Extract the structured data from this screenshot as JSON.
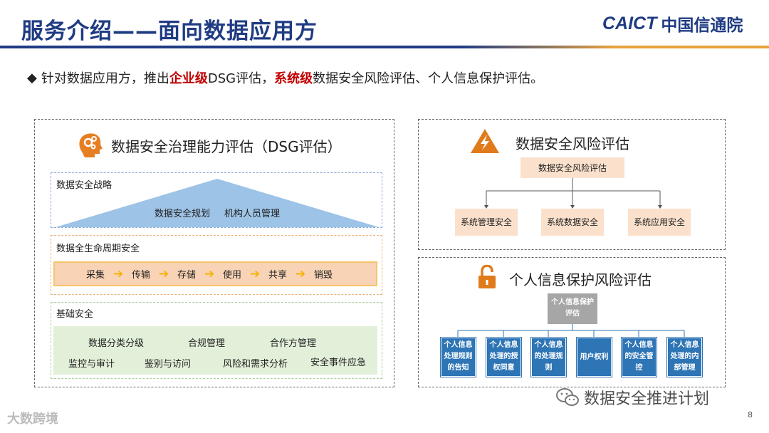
{
  "header": {
    "title": "服务介绍——面向数据应用方",
    "logo_en": "CAICT",
    "logo_cn": "中国信通院"
  },
  "bullet": {
    "marker": "◆",
    "part1": "针对数据应用方，推出",
    "highlight1": "企业级",
    "part2": "DSG评估，",
    "highlight2": "系统级",
    "part3": "数据安全风险评估、个人信息保护评估。",
    "highlight_color": "#c00000"
  },
  "dsg": {
    "title": "数据安全治理能力评估（DSG评估）",
    "icon": "brain-gear-icon",
    "strategy": {
      "label": "数据安全战略",
      "items": [
        "数据安全规划",
        "机构人员管理"
      ]
    },
    "lifecycle": {
      "label": "数据全生命周期安全",
      "stages": [
        "采集",
        "传输",
        "存储",
        "使用",
        "共享",
        "销毁"
      ]
    },
    "base": {
      "label": "基础安全",
      "items": [
        "数据分类分级",
        "合规管理",
        "合作方管理",
        "监控与审计",
        "鉴别与访问",
        "风险和需求分析",
        "安全事件应急"
      ]
    }
  },
  "risk": {
    "title": "数据安全风险评估",
    "icon": "warning-lightning-icon",
    "root": "数据安全风险评估",
    "children": [
      "系统管理安全",
      "系统数据安全",
      "系统应用安全"
    ]
  },
  "pi": {
    "title": "个人信息保护风险评估",
    "icon": "unlocked-padlock-icon",
    "root": [
      "个人信息保护",
      "评估"
    ],
    "children": [
      [
        "个人信息",
        "处理规则",
        "的告知"
      ],
      [
        "个人信息",
        "处理的授",
        "权同意"
      ],
      [
        "个人信息",
        "的处理规",
        "则"
      ],
      [
        "用户权利"
      ],
      [
        "个人信息",
        "的安全管",
        "控"
      ],
      [
        "个人信息",
        "处理的内",
        "部管理"
      ]
    ]
  },
  "footer": {
    "watermark": "数据安全推进计划",
    "page_number": "8",
    "corner_text": "大数跨境"
  },
  "colors": {
    "brand_blue": "#1f3b83",
    "accent_orange": "#e8a33d",
    "triangle_blue": "#9dc3e6",
    "lifecycle_fill": "#f9d3b5",
    "base_fill": "#e2f0d9",
    "risk_box": "#fbe1cc",
    "pi_blue": "#2e75b6",
    "pi_gray": "#a6a6a6"
  }
}
